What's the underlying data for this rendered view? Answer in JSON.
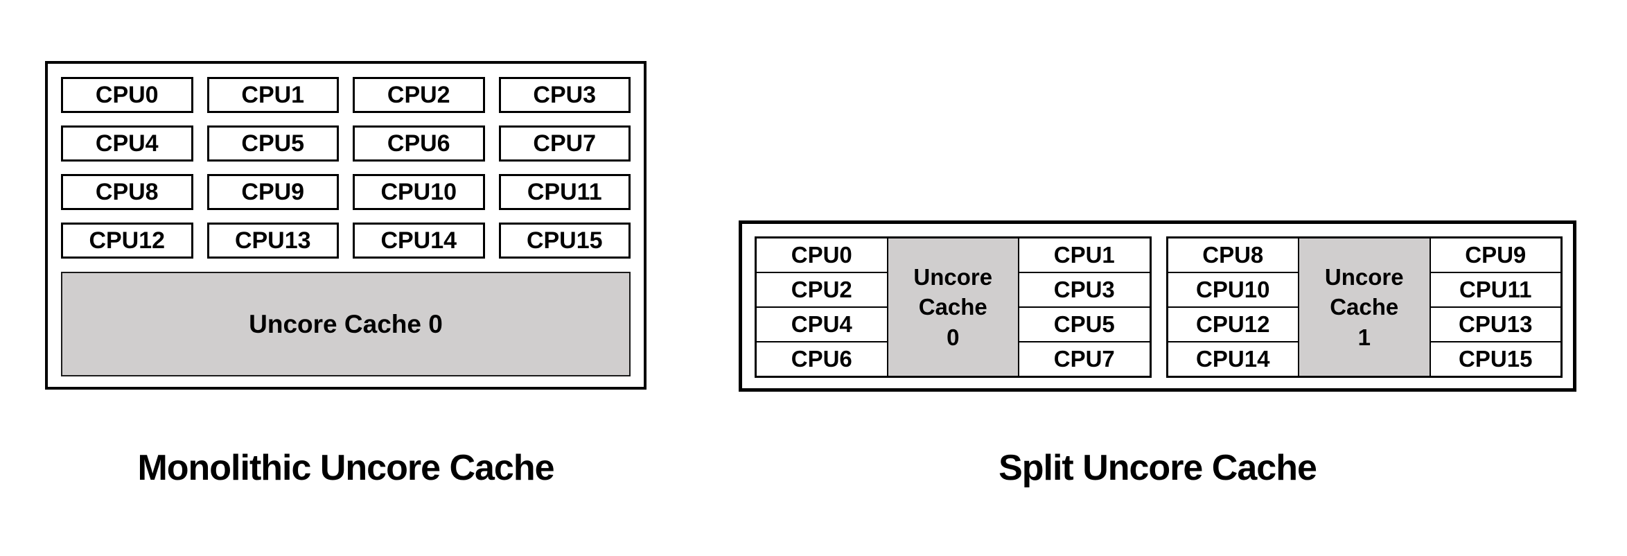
{
  "colors": {
    "background": "#ffffff",
    "border": "#000000",
    "cache_fill": "#d0cece",
    "text": "#000000"
  },
  "monolithic": {
    "caption": "Monolithic Uncore Cache",
    "cpus": [
      "CPU0",
      "CPU1",
      "CPU2",
      "CPU3",
      "CPU4",
      "CPU5",
      "CPU6",
      "CPU7",
      "CPU8",
      "CPU9",
      "CPU10",
      "CPU11",
      "CPU12",
      "CPU13",
      "CPU14",
      "CPU15"
    ],
    "cache_label": "Uncore Cache 0"
  },
  "split": {
    "caption": "Split Uncore Cache",
    "clusters": [
      {
        "left_cpus": [
          "CPU0",
          "CPU2",
          "CPU4",
          "CPU6"
        ],
        "cache_lines": [
          "Uncore",
          "Cache",
          "0"
        ],
        "right_cpus": [
          "CPU1",
          "CPU3",
          "CPU5",
          "CPU7"
        ]
      },
      {
        "left_cpus": [
          "CPU8",
          "CPU10",
          "CPU12",
          "CPU14"
        ],
        "cache_lines": [
          "Uncore",
          "Cache",
          "1"
        ],
        "right_cpus": [
          "CPU9",
          "CPU11",
          "CPU13",
          "CPU15"
        ]
      }
    ]
  }
}
